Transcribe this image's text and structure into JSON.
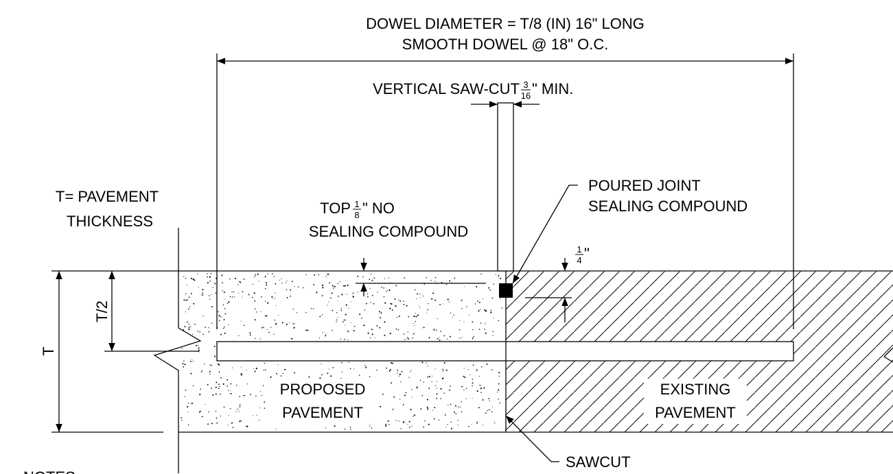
{
  "dowel_note": {
    "line1": "DOWEL DIAMETER = T/8 (IN) 16\" LONG",
    "line2": "SMOOTH DOWEL @ 18\" O.C."
  },
  "saw_cut": {
    "text": "VERTICAL SAW-CUT",
    "num": "3",
    "den": "16",
    "suffix": "\" MIN."
  },
  "thickness_label": {
    "line1": "T= PAVEMENT",
    "line2": "THICKNESS"
  },
  "top_note": {
    "prefix": "TOP",
    "num": "1",
    "den": "8",
    "suffix": "\" NO",
    "line2": "SEALING COMPOUND"
  },
  "sealant_note": {
    "line1": "POURED JOINT",
    "line2": "SEALING COMPOUND"
  },
  "depth_note": {
    "num": "1",
    "den": "4",
    "suffix": "\""
  },
  "dims": {
    "half": "T/2",
    "full": "T"
  },
  "proposed": {
    "line1": "PROPOSED",
    "line2": "PAVEMENT"
  },
  "existing": {
    "line1": "EXISTING",
    "line2": "PAVEMENT"
  },
  "sawcut": "SAWCUT",
  "notes_heading": "NOTES:"
}
